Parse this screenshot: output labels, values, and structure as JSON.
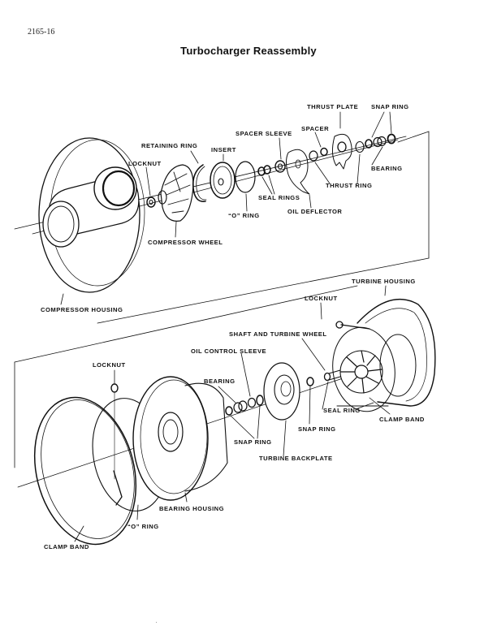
{
  "page": {
    "number": "2165-16",
    "title": "Turbocharger Reassembly"
  },
  "upper_assembly": {
    "labels": {
      "thrust_plate": "THRUST PLATE",
      "snap_ring": "SNAP RING",
      "spacer": "SPACER",
      "spacer_sleeve": "SPACER SLEEVE",
      "retaining_ring": "RETAINING RING",
      "insert": "INSERT",
      "locknut": "LOCKNUT",
      "bearing": "BEARING",
      "thrust_ring": "THRUST RING",
      "seal_rings": "SEAL RINGS",
      "o_ring": "“O” RING",
      "oil_deflector": "OIL DEFLECTOR",
      "compressor_wheel": "COMPRESSOR WHEEL",
      "compressor_housing": "COMPRESSOR HOUSING"
    }
  },
  "lower_assembly": {
    "labels": {
      "turbine_housing": "TURBINE HOUSING",
      "locknut_turbine": "LOCKNUT",
      "shaft_and_turbine_wheel": "SHAFT AND TURBINE WHEEL",
      "oil_control_sleeve": "OIL CONTROL SLEEVE",
      "locknut_clamp": "LOCKNUT",
      "bearing": "BEARING",
      "seal_ring": "SEAL RING",
      "clamp_band_turbine": "CLAMP BAND",
      "snap_ring_backplate": "SNAP RING",
      "snap_ring_bearing": "SNAP RING",
      "turbine_backplate": "TURBINE BACKPLATE",
      "bearing_housing": "BEARING HOUSING",
      "o_ring": "“O” RING",
      "clamp_band": "CLAMP BAND"
    }
  }
}
